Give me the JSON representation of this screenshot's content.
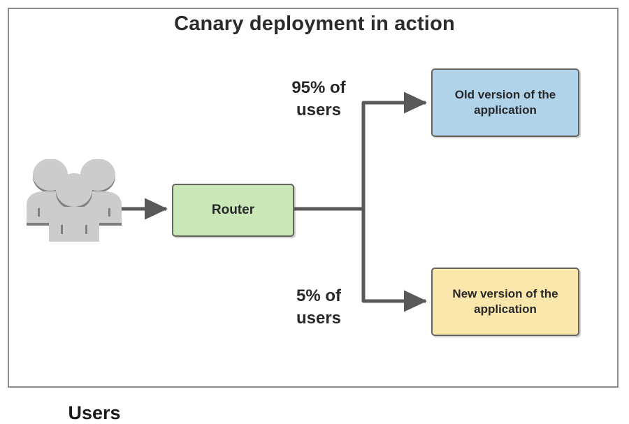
{
  "diagram": {
    "title": "Canary deployment in action",
    "frame_border_color": "#8c8c8c",
    "background": "#ffffff",
    "edge_color": "#595959",
    "nodes": [
      {
        "id": "users",
        "label": "Users",
        "icon": "users-group-icon",
        "icon_fill": "#cccccc",
        "icon_shadow": "#808080"
      },
      {
        "id": "router",
        "label": "Router",
        "fill": "#c9e7b7",
        "stroke": "#66645f"
      },
      {
        "id": "old-version",
        "label": "Old version of the application",
        "line1": "Old version of the",
        "line2": "application",
        "fill": "#b0d3ea",
        "stroke": "#66645f"
      },
      {
        "id": "new-version",
        "label": "New version of the application",
        "line1": "New version of the",
        "line2": "application",
        "fill": "#fbe7ac",
        "stroke": "#66645f"
      }
    ],
    "edges": [
      {
        "id": "users-to-router",
        "from": "users",
        "to": "router",
        "label": ""
      },
      {
        "id": "router-to-old",
        "from": "router",
        "to": "old-version",
        "label_line1": "95% of",
        "label_line2": "users",
        "label": "95% of users"
      },
      {
        "id": "router-to-new",
        "from": "router",
        "to": "new-version",
        "label_line1": "5% of",
        "label_line2": "users",
        "label": "5% of users"
      }
    ]
  }
}
